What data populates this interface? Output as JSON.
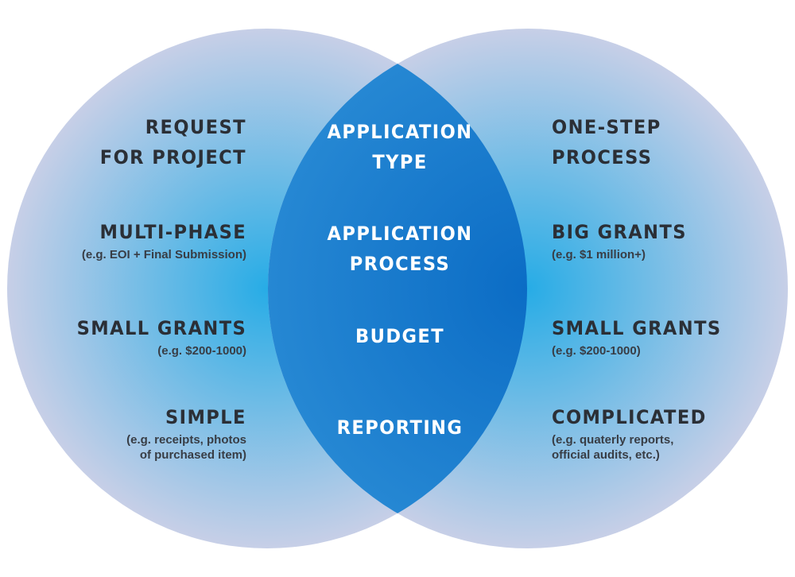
{
  "colors": {
    "circle_edge": "#c7cfe7",
    "circle_center": "#27ace6",
    "overlap_edge": "#2b8dd6",
    "overlap_center": "#0b6cc5",
    "dark_text": "#2b2f36",
    "light_text": "#ffffff"
  },
  "left": {
    "request": {
      "line1": "REQUEST",
      "line2": "FOR PROJECT"
    },
    "multi_phase": {
      "title": "MULTI-PHASE",
      "note": "(e.g. EOI + Final Submission)"
    },
    "small_grants": {
      "title": "SMALL GRANTS",
      "note": "(e.g. $200-1000)"
    },
    "simple": {
      "title": "SIMPLE",
      "note1": "(e.g. receipts, photos",
      "note2": "of purchased item)"
    }
  },
  "center": {
    "application_type": {
      "line1": "APPLICATION",
      "line2": "TYPE"
    },
    "application_process": {
      "line1": "APPLICATION",
      "line2": "PROCESS"
    },
    "budget": "BUDGET",
    "reporting": "REPORTING"
  },
  "right": {
    "one_step": {
      "line1": "ONE-STEP",
      "line2": "PROCESS"
    },
    "big_grants": {
      "title": "BIG GRANTS",
      "note": "(e.g. $1 million+)"
    },
    "small_grants": {
      "title": "SMALL GRANTS",
      "note": "(e.g. $200-1000)"
    },
    "complicated": {
      "title": "COMPLICATED",
      "note1": "(e.g. quaterly reports,",
      "note2": "official audits, etc.)"
    }
  }
}
